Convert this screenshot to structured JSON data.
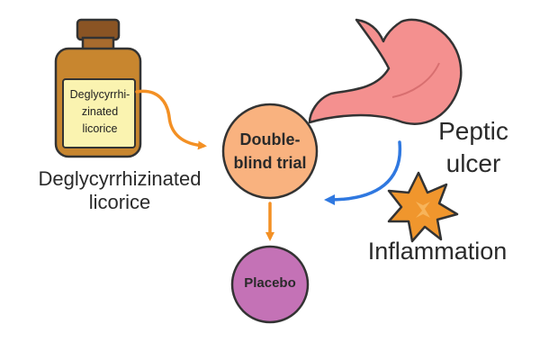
{
  "nodes": {
    "bottle": {
      "label": "Deglycyrrhi-\nzinated\nlicorice"
    },
    "bottle_caption": "Deglycyrrhizinated\nlicorice",
    "trial": {
      "label": "Double-\nblind trial"
    },
    "placebo": {
      "label": "Placebo"
    },
    "peptic_ulcer": {
      "label": "Peptic\nulcer"
    },
    "inflammation": {
      "label": "Inflammation"
    }
  },
  "colors": {
    "bottle_glass": "#c8862f",
    "bottle_cap": "#8a5424",
    "bottle_label": "#faf3b0",
    "trial_circle": "#f9b27f",
    "placebo_circle": "#c472b6",
    "stomach": "#f4908f",
    "inflammation": "#f0962d",
    "arrow_orange": "#f39024",
    "arrow_blue": "#2f78e0",
    "outline": "#333333"
  },
  "edges": [
    {
      "from": "bottle",
      "to": "trial",
      "color": "arrow_orange"
    },
    {
      "from": "trial",
      "to": "placebo",
      "color": "arrow_orange"
    },
    {
      "from": "peptic_ulcer",
      "to": "trial",
      "color": "arrow_blue"
    }
  ]
}
